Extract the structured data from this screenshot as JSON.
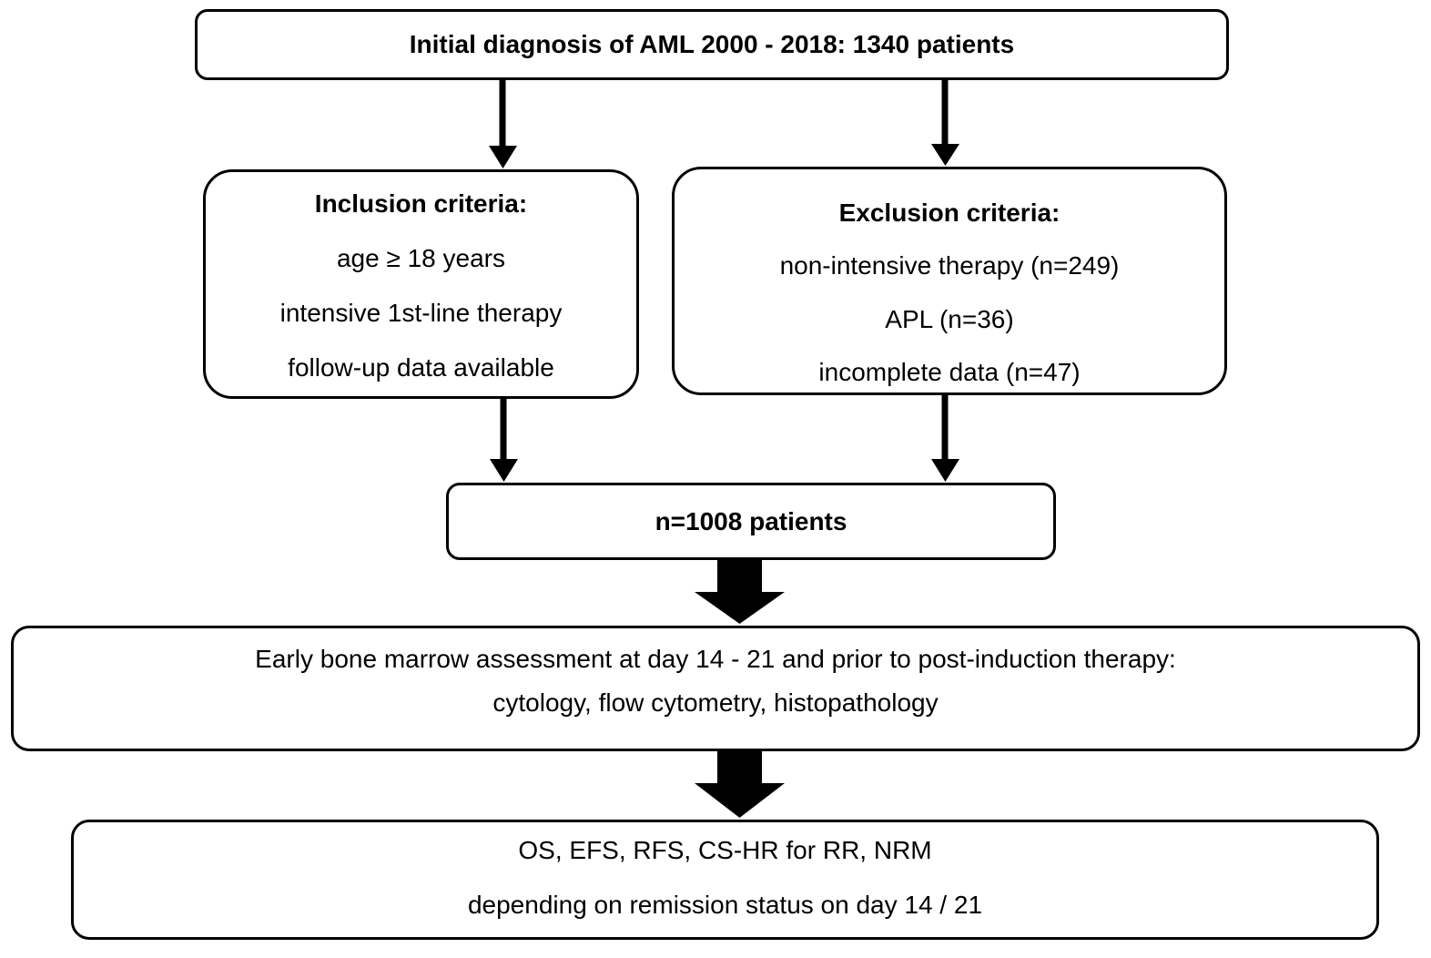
{
  "diagram": {
    "colors": {
      "border": "#000000",
      "background": "#ffffff",
      "text": "#000000",
      "arrow": "#000000"
    },
    "top_box": {
      "text": "Initial diagnosis of AML 2000 - 2018: 1340 patients"
    },
    "inclusion_box": {
      "title": "Inclusion criteria:",
      "items": [
        "age ≥ 18 years",
        "intensive 1st-line therapy",
        "follow-up data available"
      ]
    },
    "exclusion_box": {
      "title": "Exclusion criteria:",
      "items": [
        "non-intensive therapy (n=249)",
        "APL (n=36)",
        "incomplete data (n=47)"
      ]
    },
    "cohort_box": {
      "text": "n=1008 patients"
    },
    "assessment_box": {
      "lines": [
        "Early bone marrow assessment at day 14 - 21 and prior to post-induction therapy:",
        "cytology, flow cytometry, histopathology"
      ]
    },
    "outcome_box": {
      "lines": [
        "OS, EFS, RFS, CS-HR for RR, NRM",
        "depending on remission status on day 14 / 21"
      ]
    }
  }
}
